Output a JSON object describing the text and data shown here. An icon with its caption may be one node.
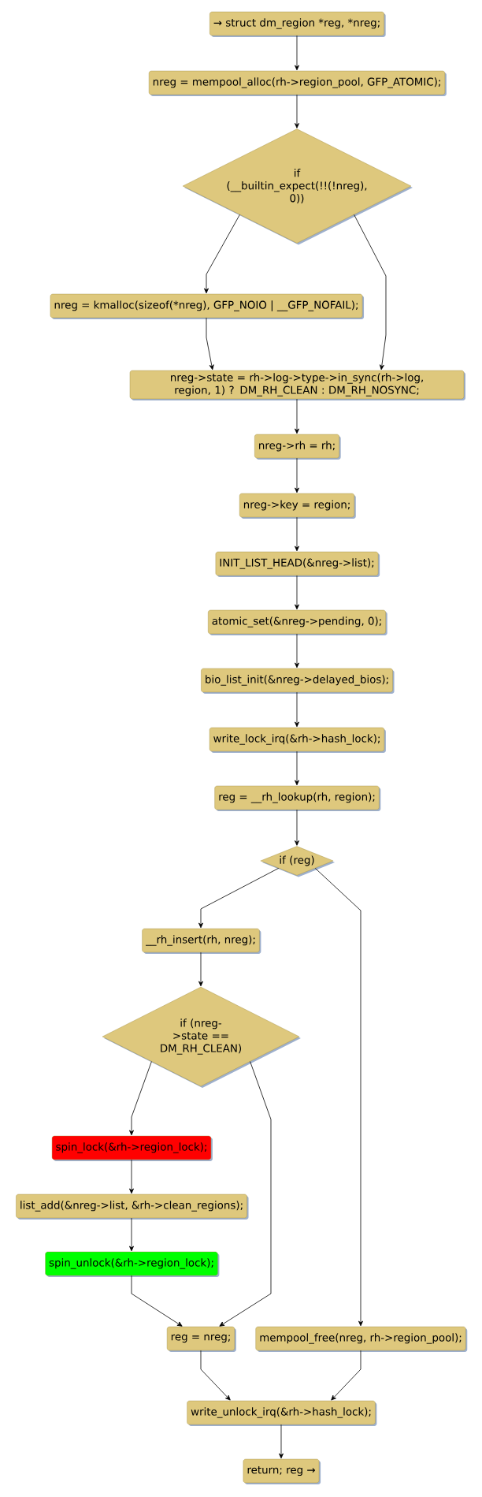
{
  "diagram": {
    "nodes": [
      {
        "text": [
          "→ struct dm_region *reg, *nreg;"
        ]
      },
      {
        "text": [
          "nreg = mempool_alloc(rh->region_pool, GFP_ATOMIC);"
        ]
      },
      {
        "text": [
          "if (__builtin_expect(!!(!nreg), 0))"
        ]
      },
      {
        "text": [
          "nreg = kmalloc(sizeof(*nreg), GFP_NOIO | __GFP_NOFAIL);"
        ]
      },
      {
        "text": [
          "nreg->state = rh->log->type->in_sync(rh->log, region, 1) ? DM_RH_CLEAN : DM_RH_NOSYNC;"
        ]
      },
      {
        "text": [
          "nreg->rh = rh;"
        ]
      },
      {
        "text": [
          "nreg->key = region;"
        ]
      },
      {
        "text": [
          "INIT_LIST_HEAD(&nreg->list);"
        ]
      },
      {
        "text": [
          "atomic_set(&nreg->pending, 0);"
        ]
      },
      {
        "text": [
          "bio_list_init(&nreg->delayed_bios);"
        ]
      },
      {
        "text": [
          "write_lock_irq(&rh->hash_lock);"
        ]
      },
      {
        "text": [
          "reg = __rh_lookup(rh, region);"
        ]
      },
      {
        "text": [
          "if (reg)"
        ]
      },
      {
        "text": [
          "__rh_insert(rh, nreg);"
        ]
      },
      {
        "text": [
          "if (nreg->state == DM_RH_CLEAN)"
        ]
      },
      {
        "text": [
          "spin_lock(&rh->region_lock);"
        ]
      },
      {
        "text": [
          "list_add(&nreg->list, &rh->clean_regions);"
        ]
      },
      {
        "text": [
          "spin_unlock(&rh->region_lock);"
        ]
      },
      {
        "text": [
          "reg = nreg;"
        ]
      },
      {
        "text": [
          "mempool_free(nreg, rh->region_pool);"
        ]
      },
      {
        "text": [
          "write_unlock_irq(&rh->hash_lock);"
        ]
      },
      {
        "text": [
          "return; reg →"
        ]
      }
    ],
    "edges": [
      {
        "from": 0,
        "to": 1,
        "arrow": "to"
      },
      {
        "from": 1,
        "to": 2,
        "arrow": "to"
      },
      {
        "from": 2,
        "to": 3,
        "arrow": "to"
      },
      {
        "from": 2,
        "to": 4,
        "arrow": "to"
      },
      {
        "from": 3,
        "to": 4,
        "arrow": "to"
      },
      {
        "from": 4,
        "to": 5,
        "arrow": "to"
      },
      {
        "from": 5,
        "to": 6,
        "arrow": "to"
      },
      {
        "from": 6,
        "to": 7,
        "arrow": "to"
      },
      {
        "from": 7,
        "to": 8,
        "arrow": "to"
      },
      {
        "from": 8,
        "to": 9,
        "arrow": "to"
      },
      {
        "from": 9,
        "to": 10,
        "arrow": "to"
      },
      {
        "from": 10,
        "to": 11,
        "arrow": "to"
      },
      {
        "from": 11,
        "to": 12,
        "arrow": "to"
      },
      {
        "from": 12,
        "to": 13,
        "arrow": "to"
      },
      {
        "from": 12,
        "to": 19,
        "arrow": "to"
      },
      {
        "from": 13,
        "to": 14,
        "arrow": "to"
      },
      {
        "from": 14,
        "to": 15,
        "arrow": "to"
      },
      {
        "from": 14,
        "to": 18,
        "arrow": "to"
      },
      {
        "from": 15,
        "to": 16,
        "arrow": "to"
      },
      {
        "from": 16,
        "to": 17,
        "arrow": "to"
      },
      {
        "from": 17,
        "to": 18,
        "arrow": "to"
      },
      {
        "from": 18,
        "to": 20,
        "arrow": "to"
      },
      {
        "from": 19,
        "to": 20,
        "arrow": "to"
      },
      {
        "from": 20,
        "to": 21,
        "arrow": "to"
      }
    ]
  }
}
